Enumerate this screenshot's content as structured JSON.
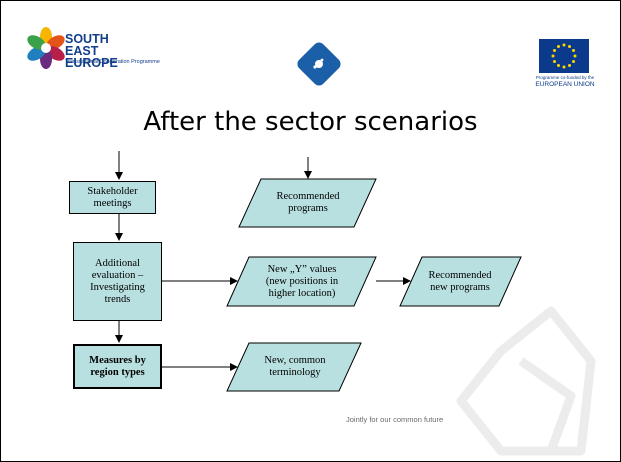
{
  "header": {
    "see_logo": {
      "line1": "SOUTH EAST",
      "line2": "EUROPE",
      "subtitle": "Transnational Cooperation Programme"
    },
    "eu_logo": {
      "caption": "Programme co-funded by the",
      "name": "EUROPEAN UNION"
    }
  },
  "title": "After the sector scenarios",
  "diagram": {
    "stakeholder": "Stakeholder\nmeetings",
    "additional": "Additional\nevaluation –\nInvestigating\ntrends",
    "measures": "Measures by\nregion types",
    "recommended_programs": "Recommended\nprograms",
    "new_y_values": "New „Y” values\n(new positions in\nhigher location)",
    "recommended_new": "Recommended\nnew programs",
    "new_terminology": "New, common\nterminology"
  },
  "footer": "Jointly for our common future",
  "colors": {
    "box_fill": "#b9e0e0",
    "brand_blue": "#123f8a",
    "eu_blue": "#0b3a8c",
    "eu_star": "#ffd700"
  }
}
